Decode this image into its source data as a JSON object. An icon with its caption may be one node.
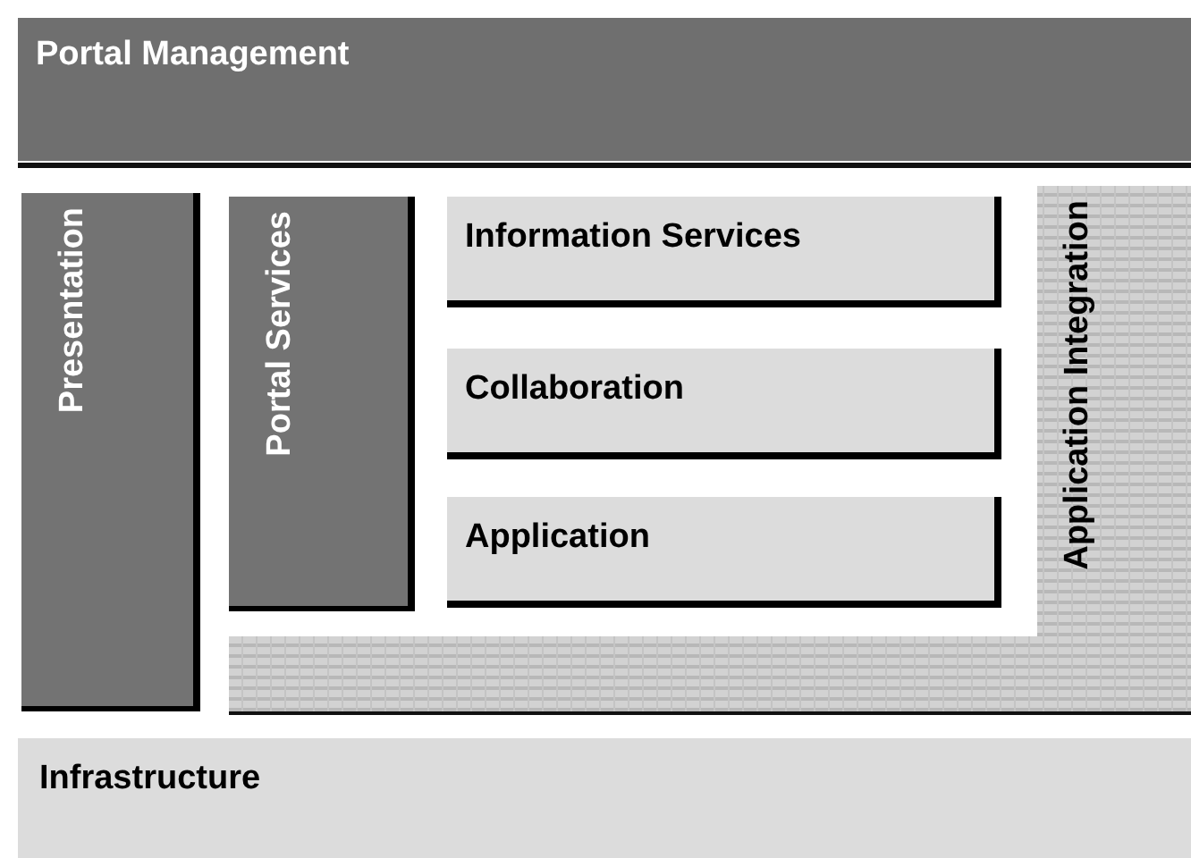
{
  "diagram": {
    "nodes": [
      {
        "text": [
          "Portal Management"
        ]
      },
      {
        "text": [
          "Presentation"
        ]
      },
      {
        "text": [
          "Portal Services"
        ]
      },
      {
        "text": [
          "Information Services"
        ]
      },
      {
        "text": [
          "Collaboration"
        ]
      },
      {
        "text": [
          "Application"
        ]
      },
      {
        "text": [
          "Application Integration"
        ]
      },
      {
        "text": [
          "Infrastructure"
        ]
      }
    ]
  }
}
